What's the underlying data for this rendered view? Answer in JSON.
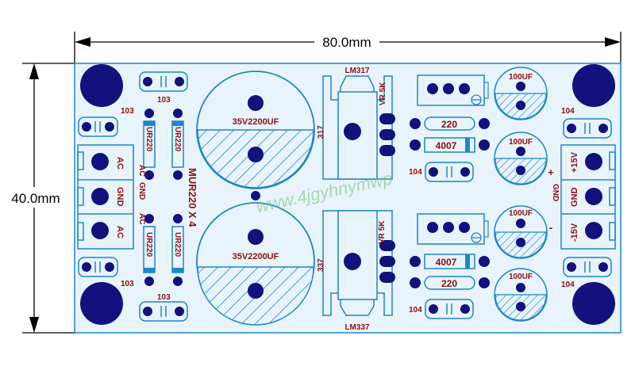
{
  "dimensions": {
    "width_label": "80.0mm",
    "height_label": "40.0mm"
  },
  "colors": {
    "board": "#e9f3fb",
    "outline": "#1c87c9",
    "pad": "#12117e",
    "label": "#8b1010",
    "watermark": "#6fc36f",
    "dim": "#000000"
  },
  "labels": {
    "lm317": "LM317",
    "lm337": "LM337",
    "code_317": "317",
    "code_337": "337",
    "vr_top": "VR 5K",
    "vr_bottom": "VR 5K",
    "cap_big_top": "35V2200UF",
    "cap_big_bottom": "35V2200UF",
    "cap_100uf_1": "100UF",
    "cap_100uf_2": "100UF",
    "cap_100uf_3": "100UF",
    "cap_100uf_4": "100UF",
    "diode_top": "4007",
    "diode_bottom": "4007",
    "res_top": "220",
    "res_bottom": "220",
    "cap_103_top": "103",
    "cap_103_left_top": "103",
    "cap_103_left_bottom": "103",
    "cap_103_bottom": "103",
    "cap_104_top_right": "104",
    "cap_104_mid_top": "104",
    "cap_104_mid_bottom": "104",
    "cap_104_bottom_right": "104",
    "ur220_1": "UR220",
    "ur220_2": "UR220",
    "ur220_3": "UR220",
    "ur220_4": "UR220",
    "mur": "MUR220 X 4",
    "in_ac1": "AC",
    "in_gnd": "GND",
    "in_ac2": "AC",
    "bridge_ac_top": "AC",
    "bridge_gnd": "GND",
    "bridge_ac_bottom": "AC",
    "out_p15": "+15V",
    "out_gnd": "GND",
    "out_m15": "-15V",
    "plus": "+",
    "gnd_side": "GND",
    "minus": "-",
    "watermark": "www.4jgyhnymwp"
  }
}
